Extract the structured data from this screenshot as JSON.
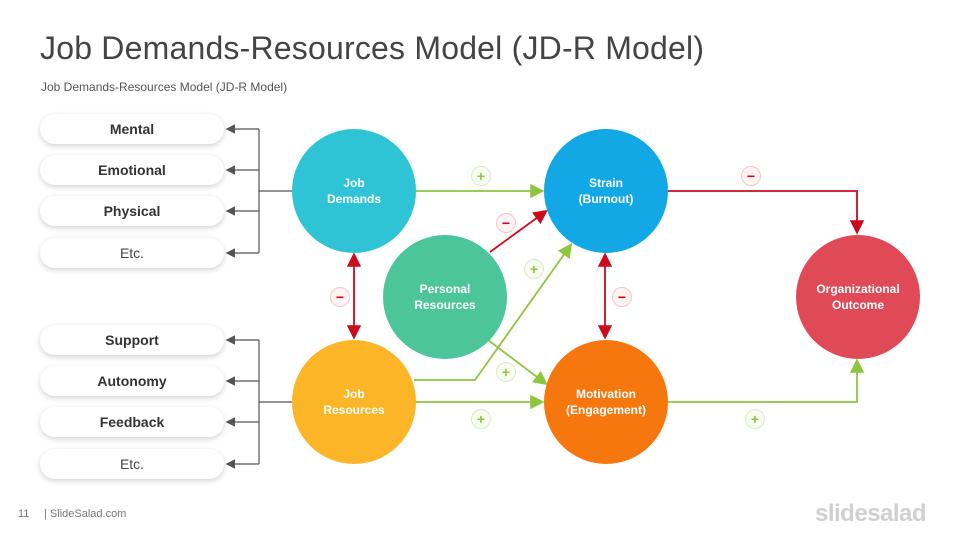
{
  "title": "Job Demands-Resources Model (JD-R Model)",
  "subtitle": "Job Demands-Resources  Model (JD-R Model)",
  "demands": [
    "Mental",
    "Emotional",
    "Physical",
    "Etc."
  ],
  "resources": [
    "Support",
    "Autonomy",
    "Feedback",
    "Etc."
  ],
  "nodes": {
    "job_demands": "Job\nDemands",
    "job_resources": "Job\nResources",
    "personal_resources": "Personal\nResources",
    "strain": "Strain\n(Burnout)",
    "motivation": "Motivation\n(Engagement)",
    "outcome": "Organizational\nOutcome"
  },
  "signs": {
    "plus": "+",
    "minus": "−"
  },
  "colors": {
    "job_demands": "#2ec4d6",
    "job_resources": "#fbb526",
    "personal_resources": "#4cc59b",
    "strain": "#12a8e6",
    "motivation": "#f7770f",
    "outcome": "#e04a57",
    "positive": "#8cc63f",
    "negative": "#cc0a1c"
  },
  "footer": {
    "page": "11",
    "site": "| SlideSalad.com",
    "brand": "slidesalad"
  }
}
